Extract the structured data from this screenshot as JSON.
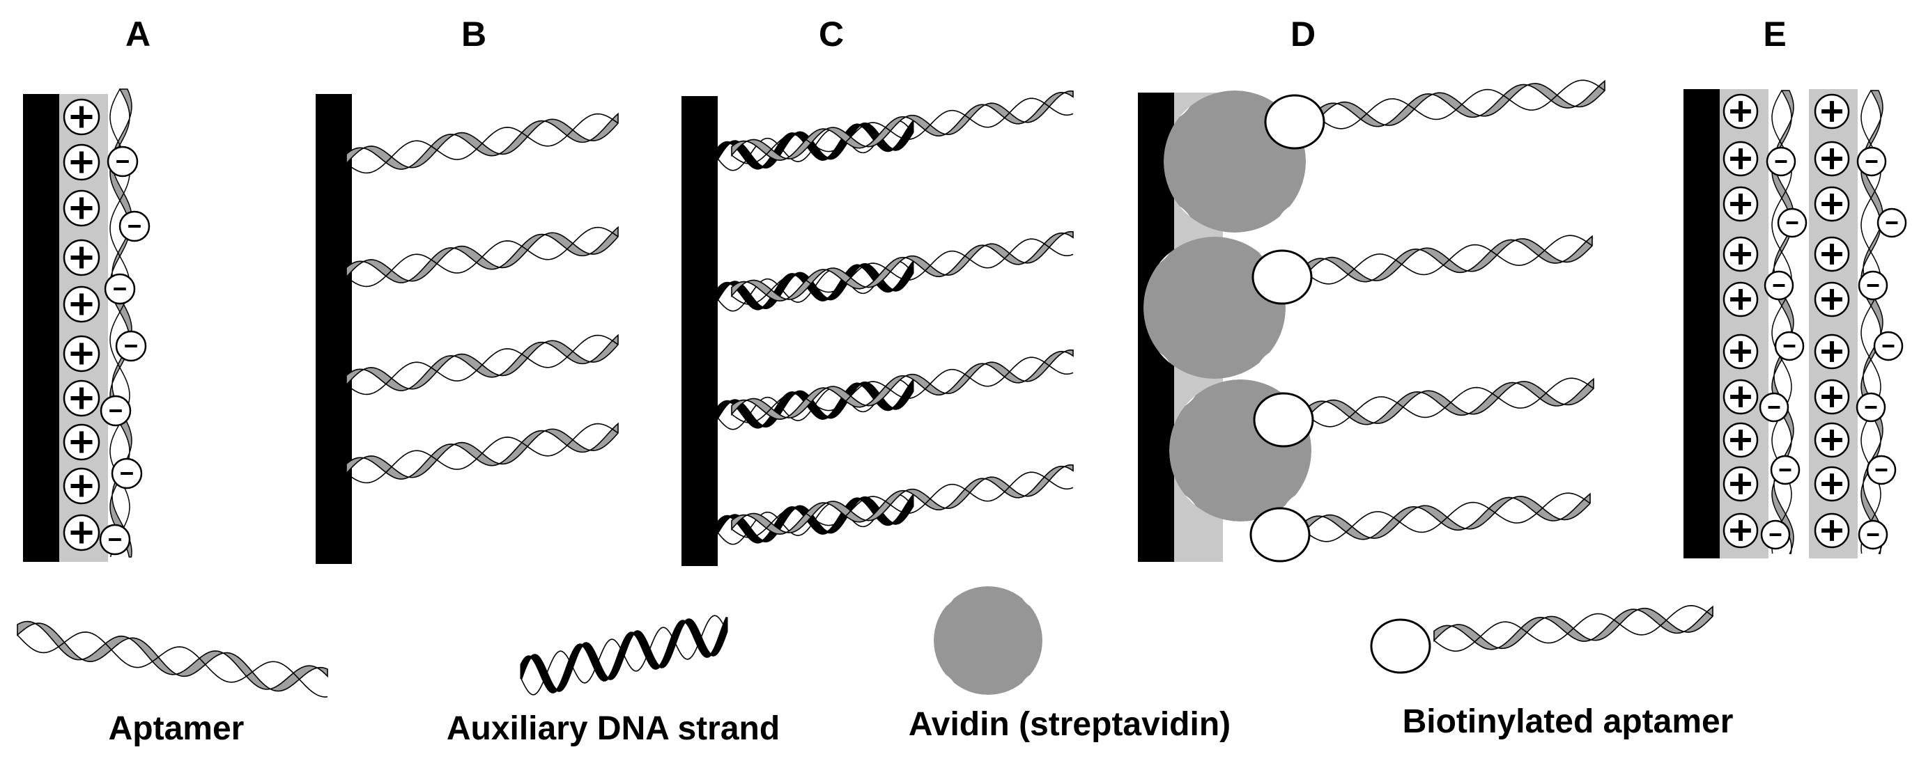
{
  "panels": [
    {
      "id": "A",
      "label": "A",
      "composition": "electrostatic monolayer: positive layer with aptamer (negative charges)"
    },
    {
      "id": "B",
      "label": "B",
      "composition": "aptamers directly attached to surface"
    },
    {
      "id": "C",
      "label": "C",
      "composition": "aptamers hybridized with auxiliary DNA strands"
    },
    {
      "id": "D",
      "label": "D",
      "composition": "biotinylated aptamers on avidin layer"
    },
    {
      "id": "E",
      "label": "E",
      "composition": "electrostatic multilayer"
    }
  ],
  "symbols": {
    "positive": "+",
    "negative": "-"
  },
  "legend": [
    {
      "key": "aptamer",
      "label": "Aptamer"
    },
    {
      "key": "auxiliary",
      "label": "Auxiliary DNA strand"
    },
    {
      "key": "avidin",
      "label": "Avidin (streptavidin)"
    },
    {
      "key": "biotinylated",
      "label": "Biotinylated aptamer"
    }
  ],
  "colors": {
    "substrate": "#000000",
    "positive_layer": "#c8c8c8",
    "avidin": "#969696",
    "avidin_layer": "#c8c8c8",
    "ribbon_fill": "#a0a0a0",
    "outline": "#000000",
    "background": "#ffffff"
  }
}
